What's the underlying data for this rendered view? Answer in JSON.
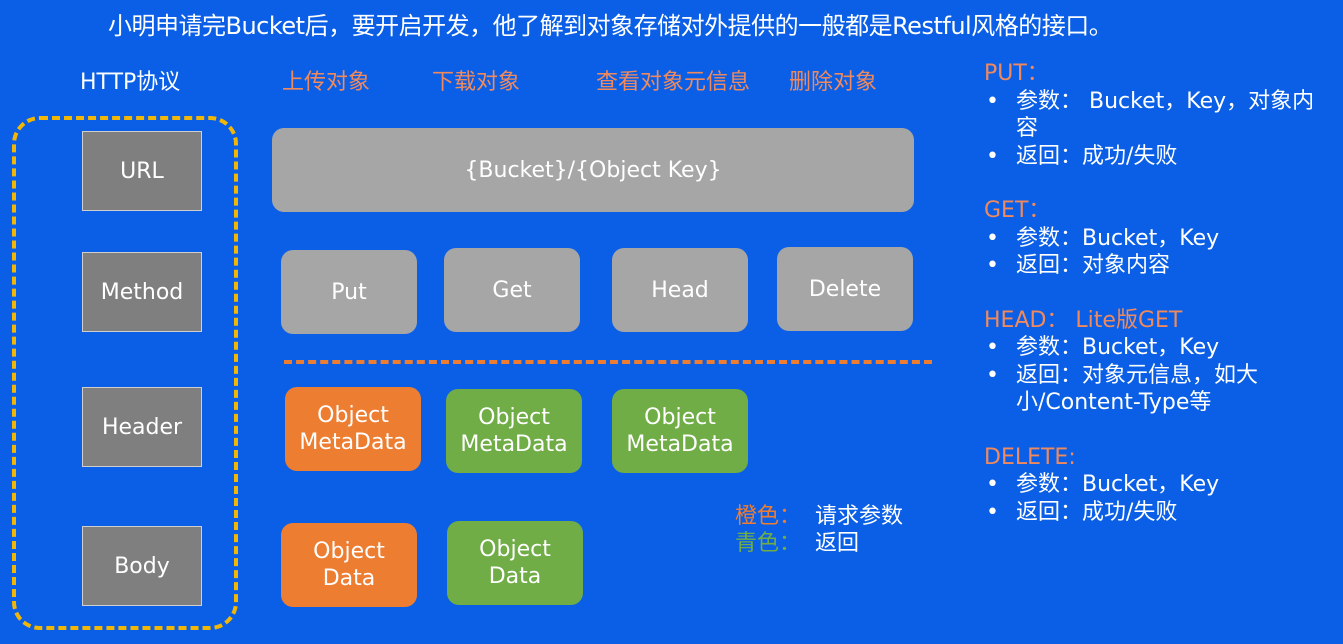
{
  "title": "小明申请完Bucket后，要开启开发，他了解到对象存储对外提供的一般都是Restful风格的接口。",
  "http_label": "HTTP协议",
  "protocol_parts": [
    "URL",
    "Method",
    "Header",
    "Body"
  ],
  "operations": [
    "上传对象",
    "下载对象",
    "查看对象元信息",
    "删除对象"
  ],
  "url_template": "{Bucket}/{Object Key}",
  "methods": [
    "Put",
    "Get",
    "Head",
    "Delete"
  ],
  "metadata_boxes": [
    {
      "line1": "Object",
      "line2": "MetaData",
      "color": "#ed7d31",
      "role": "request"
    },
    {
      "line1": "Object",
      "line2": "MetaData",
      "color": "#70ad47",
      "role": "response"
    },
    {
      "line1": "Object",
      "line2": "MetaData",
      "color": "#70ad47",
      "role": "response"
    }
  ],
  "data_boxes": [
    {
      "line1": "Object",
      "line2": "Data",
      "color": "#ed7d31",
      "role": "request"
    },
    {
      "line1": "Object",
      "line2": "Data",
      "color": "#70ad47",
      "role": "response"
    }
  ],
  "legend": {
    "orange_key": "橙色：",
    "orange_value": "请求参数",
    "green_key": "青色：",
    "green_value": "返回"
  },
  "api_info": [
    {
      "heading": "PUT：",
      "items": [
        "参数： Bucket，Key，对象内容",
        "返回：成功/失败"
      ]
    },
    {
      "heading": "GET：",
      "items": [
        "参数：Bucket，Key",
        "返回：对象内容"
      ]
    },
    {
      "heading": "HEAD： Lite版GET",
      "items": [
        "参数：Bucket，Key",
        "返回：对象元信息，如大小/Content-Type等"
      ]
    },
    {
      "heading": "DELETE:",
      "items": [
        "参数：Bucket，Key",
        "返回：成功/失败"
      ]
    }
  ],
  "colors": {
    "background": "#0a5fe6",
    "request": "#ed7d31",
    "response": "#70ad47",
    "neutral": "#a6a6a6",
    "protocol": "#7f7f7f",
    "outline": "#f2b705"
  }
}
